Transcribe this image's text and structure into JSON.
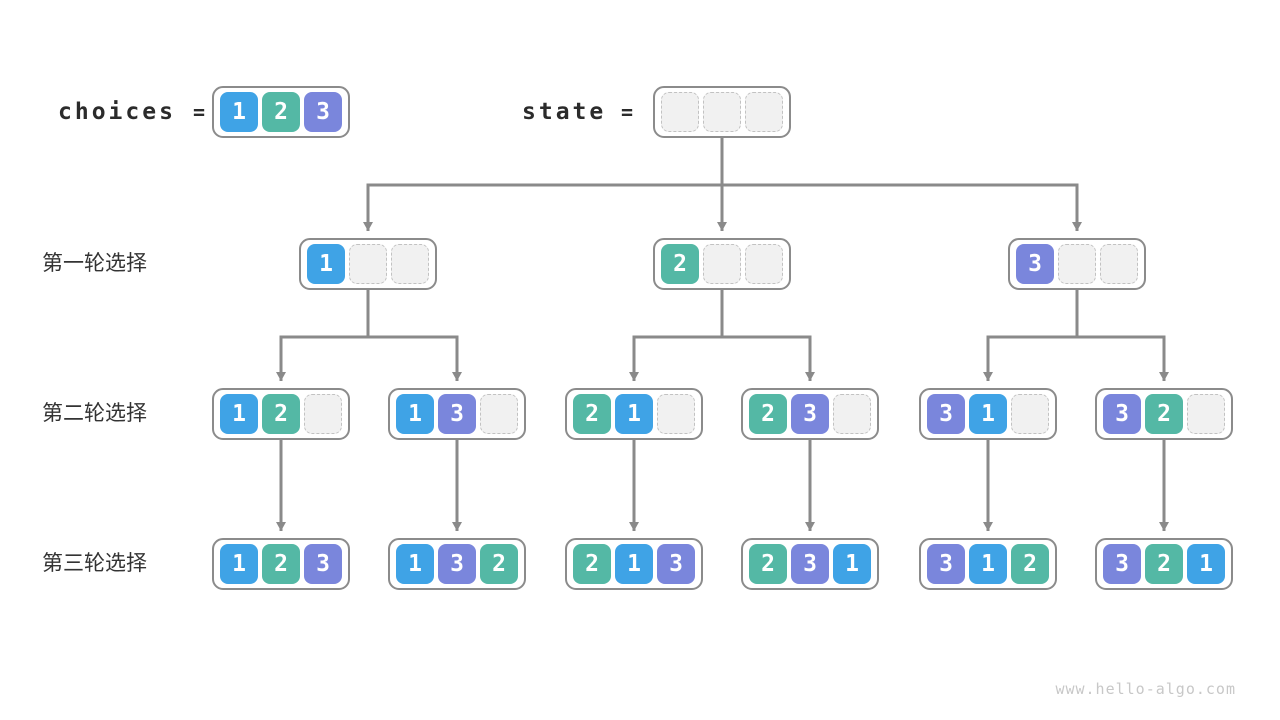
{
  "header": {
    "choices_label": "choices",
    "choices_equals": "=",
    "choices_values": [
      "1",
      "2",
      "3"
    ],
    "state_label": "state",
    "state_equals": "=",
    "state_values": [
      null,
      null,
      null
    ]
  },
  "value_colors": {
    "1": "#3fa3e6",
    "2": "#54b8a5",
    "3": "#7a86dc"
  },
  "styles": {
    "arrow": "#8a8a8a",
    "box_border": "#8b8b8b",
    "empty_fill": "#f1f1f1",
    "empty_border": "#c2c2c2",
    "label_color": "#333333",
    "watermark_color": "#c8c8c8"
  },
  "rows": [
    {
      "label": "第一轮选择",
      "boxes": [
        [
          "1",
          null,
          null
        ],
        [
          "2",
          null,
          null
        ],
        [
          "3",
          null,
          null
        ]
      ]
    },
    {
      "label": "第二轮选择",
      "boxes": [
        [
          "1",
          "2",
          null
        ],
        [
          "1",
          "3",
          null
        ],
        [
          "2",
          "1",
          null
        ],
        [
          "2",
          "3",
          null
        ],
        [
          "3",
          "1",
          null
        ],
        [
          "3",
          "2",
          null
        ]
      ]
    },
    {
      "label": "第三轮选择",
      "boxes": [
        [
          "1",
          "2",
          "3"
        ],
        [
          "1",
          "3",
          "2"
        ],
        [
          "2",
          "1",
          "3"
        ],
        [
          "2",
          "3",
          "1"
        ],
        [
          "3",
          "1",
          "2"
        ],
        [
          "3",
          "2",
          "1"
        ]
      ]
    }
  ],
  "watermark": "www.hello-algo.com"
}
